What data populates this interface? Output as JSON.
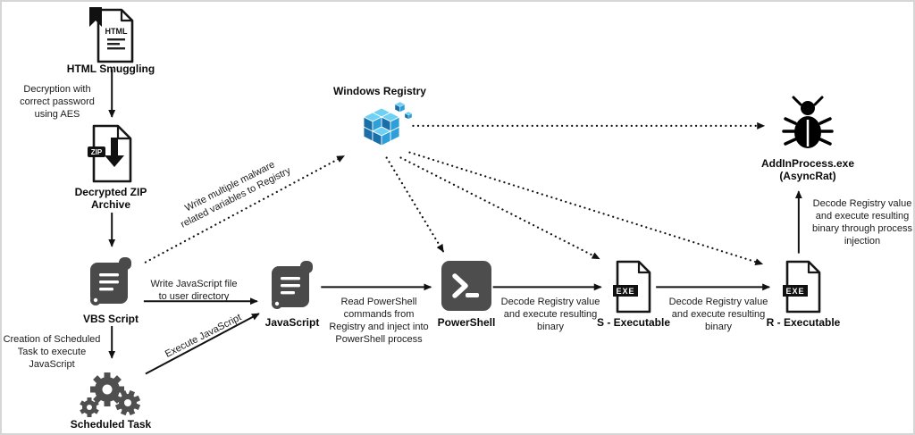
{
  "diagram": {
    "nodes": {
      "html_smuggling": {
        "label": "HTML Smuggling",
        "file_text": "HTML"
      },
      "decrypted_zip": {
        "label": "Decrypted ZIP\nArchive",
        "file_text": "ZIP"
      },
      "vbs_script": {
        "label": "VBS Script"
      },
      "scheduled_task": {
        "label": "Scheduled Task"
      },
      "javascript": {
        "label": "JavaScript"
      },
      "powershell": {
        "label": "PowerShell"
      },
      "s_executable": {
        "label": "S - Executable",
        "file_text": "EXE"
      },
      "r_executable": {
        "label": "R - Executable",
        "file_text": "EXE"
      },
      "addinprocess": {
        "label": "AddInProcess.exe\n(AsyncRat)"
      },
      "windows_registry": {
        "label": "Windows Registry"
      }
    },
    "edges": {
      "decryption_note": "Decryption with\ncorrect password\nusing AES",
      "scheduled_task_note": "Creation of Scheduled\nTask to execute\nJavaScript",
      "write_js": "Write JavaScript file\nto user directory",
      "execute_js": "Execute JavaScript",
      "read_ps": "Read PowerShell\ncommands from\nRegistry and inject into\nPowerShell process",
      "decode_s": "Decode Registry value\nand execute resulting\nbinary",
      "decode_r": "Decode Registry value\nand execute resulting\nbinary",
      "decode_injection": "Decode Registry value\nand execute resulting\nbinary through process\ninjection",
      "write_registry": "Write multiple malware\nrelated variables to Registry"
    },
    "icons": [
      "html-file-icon",
      "zip-file-icon",
      "script-scroll-icon",
      "gears-icon",
      "powershell-icon",
      "exe-file-icon",
      "registry-cubes-icon",
      "bug-icon"
    ],
    "colors": {
      "black": "#111111",
      "icon_dark": "#4a4a4a",
      "registry_top": "#6fd0f6",
      "registry_left": "#1a6fa8",
      "registry_right": "#2f9fd9"
    }
  }
}
